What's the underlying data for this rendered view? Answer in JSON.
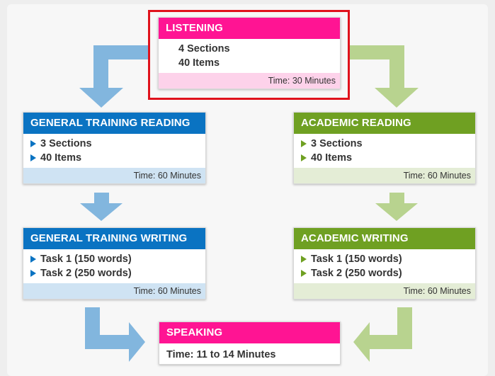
{
  "colors": {
    "pink": "#ff1493",
    "blue": "#0a73c2",
    "green": "#6fa022",
    "blue_arrow": "#82b6de",
    "green_arrow": "#b8d38f",
    "highlight": "#e0121c"
  },
  "listening": {
    "title": "LISTENING",
    "items": [
      "4 Sections",
      "40 Items"
    ],
    "time": "Time: 30 Minutes"
  },
  "gt_reading": {
    "title": "GENERAL TRAINING READING",
    "items": [
      "3 Sections",
      "40 Items"
    ],
    "time": "Time: 60 Minutes"
  },
  "ac_reading": {
    "title": "ACADEMIC READING",
    "items": [
      "3 Sections",
      "40 Items"
    ],
    "time": "Time: 60 Minutes"
  },
  "gt_writing": {
    "title": "GENERAL TRAINING WRITING",
    "items": [
      "Task 1 (150 words)",
      "Task 2 (250 words)"
    ],
    "time": "Time: 60 Minutes"
  },
  "ac_writing": {
    "title": "ACADEMIC WRITING",
    "items": [
      "Task 1 (150 words)",
      "Task 2 (250 words)"
    ],
    "time": "Time: 60 Minutes"
  },
  "speaking": {
    "title": "SPEAKING",
    "detail": "Time: 11 to 14 Minutes"
  }
}
